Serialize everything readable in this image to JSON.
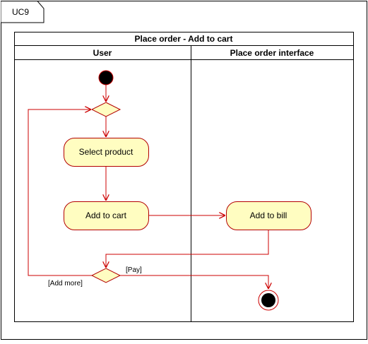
{
  "frame": {
    "label": "UC9"
  },
  "pool": {
    "title": "Place order - Add to cart",
    "lanes": [
      "User",
      "Place order interface"
    ]
  },
  "nodes": {
    "select_product": "Select product",
    "add_to_cart": "Add to cart",
    "add_to_bill": "Add to bill"
  },
  "guards": {
    "add_more": "[Add more]",
    "pay": "[Pay]"
  },
  "colors": {
    "line": "#cc0000",
    "node_fill": "#fffdc1",
    "node_stroke": "#b30000",
    "border": "#000000"
  }
}
